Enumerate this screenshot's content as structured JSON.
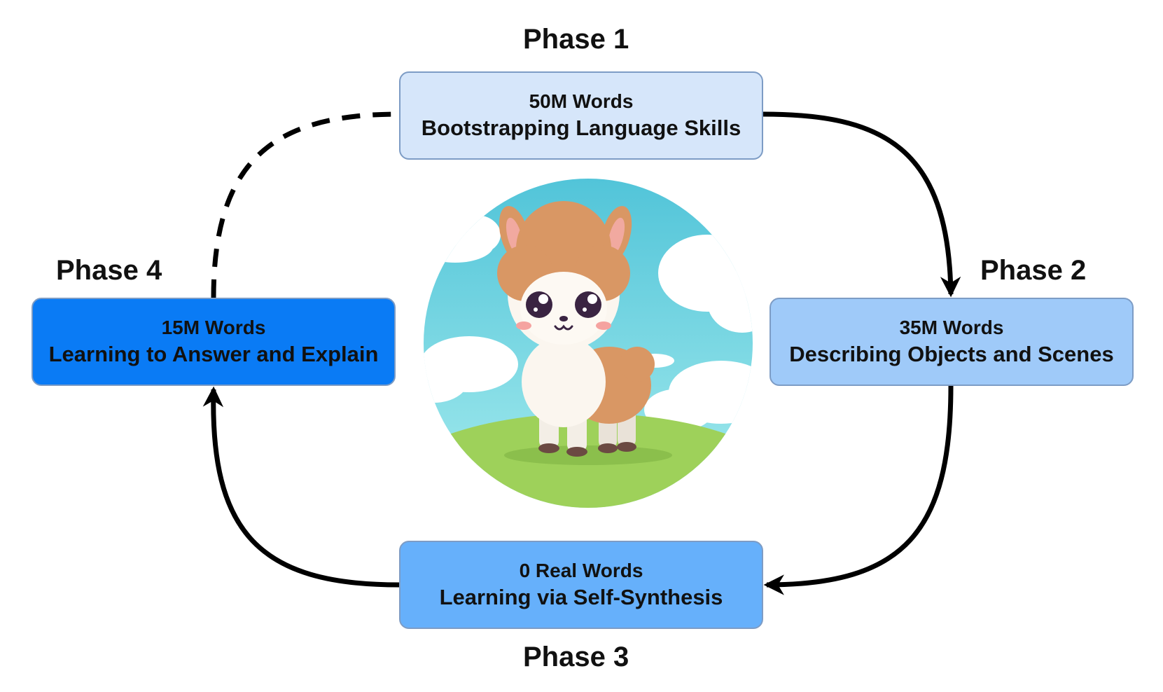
{
  "colors": {
    "phase_1": "#d6e6fa",
    "phase_2": "#9fcaf9",
    "phase_3": "#66b0fb",
    "phase_4": "#0a7bf5",
    "arrow": "#000000",
    "sky": "#7fd8e6",
    "grass": "#9ed15a",
    "fur": "#d99764",
    "wool": "#fbf6ef"
  },
  "phases": [
    {
      "title": "Phase 1",
      "words": "50M Words",
      "description": "Bootstrapping Language Skills"
    },
    {
      "title": "Phase 2",
      "words": "35M Words",
      "description": "Describing Objects and Scenes"
    },
    {
      "title": "Phase 3",
      "words": "0 Real Words",
      "description": "Learning via Self-Synthesis"
    },
    {
      "title": "Phase 4",
      "words": "15M Words",
      "description": "Learning to Answer and Explain"
    }
  ],
  "connections": [
    {
      "from": "Phase 1",
      "to": "Phase 2",
      "style": "solid"
    },
    {
      "from": "Phase 2",
      "to": "Phase 3",
      "style": "solid"
    },
    {
      "from": "Phase 3",
      "to": "Phase 4",
      "style": "solid"
    },
    {
      "from": "Phase 4",
      "to": "Phase 1",
      "style": "dashed"
    }
  ],
  "mascot": {
    "icon": "llama-mascot-icon"
  }
}
